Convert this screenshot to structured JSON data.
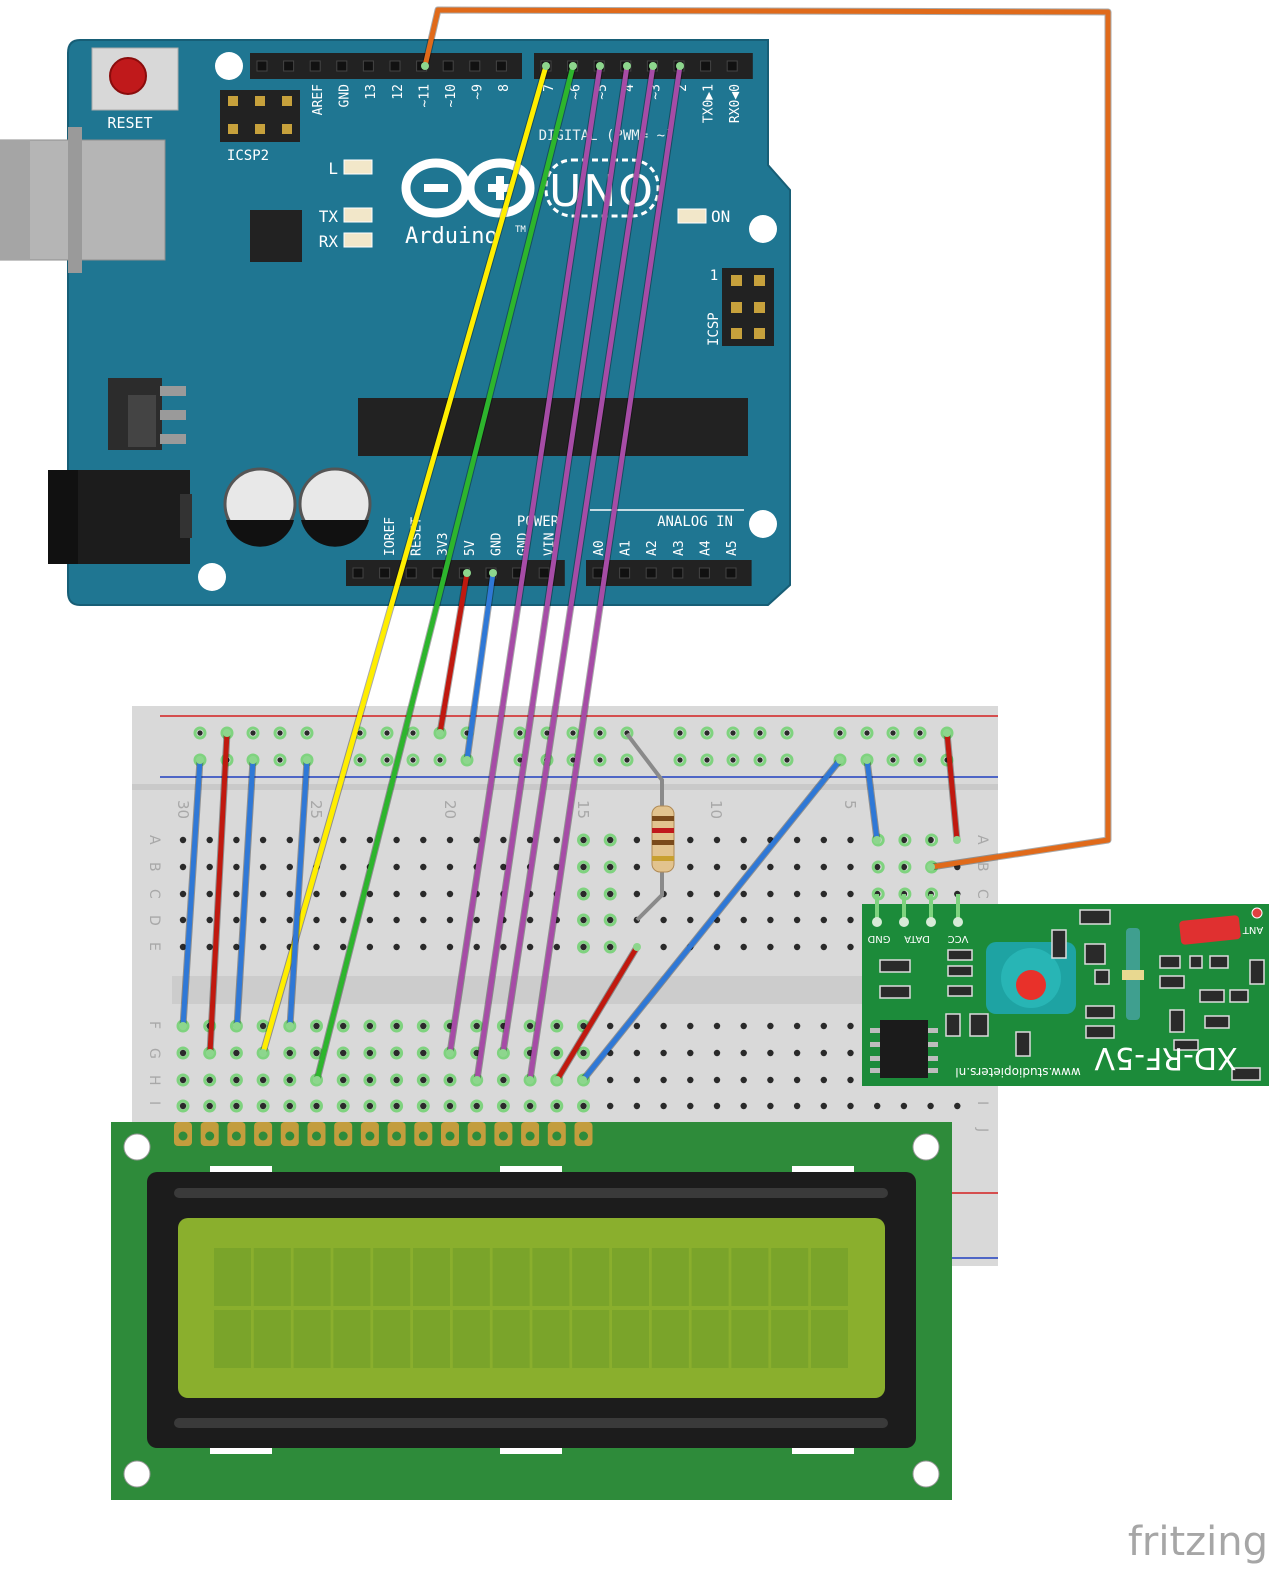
{
  "arduino": {
    "reset": "RESET",
    "icsp2": "ICSP2",
    "icsp": "ICSP",
    "icsp_pin1": "1",
    "led_l": "L",
    "led_tx": "TX",
    "led_rx": "RX",
    "led_on": "ON",
    "brand": "Arduino",
    "tm": "TM",
    "model": "UNO",
    "digital_header": "DIGITAL (PWM= ~)",
    "power_header": "POWER",
    "analog_header": "ANALOG IN",
    "top_pins": [
      "AREF",
      "GND",
      "13",
      "12",
      "~11",
      "~10",
      "~9",
      "8"
    ],
    "top_pins_right": [
      "7",
      "~6",
      "~5",
      "4",
      "~3",
      "2",
      "TX0▶1",
      "RX0◀0"
    ],
    "bottom_pins": [
      "IOREF",
      "RESET",
      "3V3",
      "5V",
      "GND",
      "GND",
      "VIN"
    ],
    "analog_pins": [
      "A0",
      "A1",
      "A2",
      "A3",
      "A4",
      "A5"
    ]
  },
  "breadboard": {
    "column_numbers": [
      "30",
      "25",
      "20",
      "15",
      "10",
      "5"
    ],
    "row_letters_upper": [
      "A",
      "B",
      "C",
      "D",
      "E"
    ],
    "row_letters_lower": [
      "F",
      "G",
      "H",
      "I",
      "J"
    ]
  },
  "rf_module": {
    "name": "XD-RF-5V",
    "url": "www.studiopieters.nl",
    "pins": [
      "GND",
      "DATA",
      "VCC"
    ],
    "ant": "ANT"
  },
  "watermark": "fritzing",
  "colors": {
    "board_blue": "#1f7692",
    "wire_orange": "#e06a1a",
    "wire_yellow": "#ffee00",
    "wire_green": "#2db52d",
    "wire_purple": "#a64ca6",
    "wire_red": "#c0190f",
    "wire_blue": "#2f78d6",
    "lcd_green": "#2e8b3a",
    "rf_green": "#1c8b3a"
  }
}
